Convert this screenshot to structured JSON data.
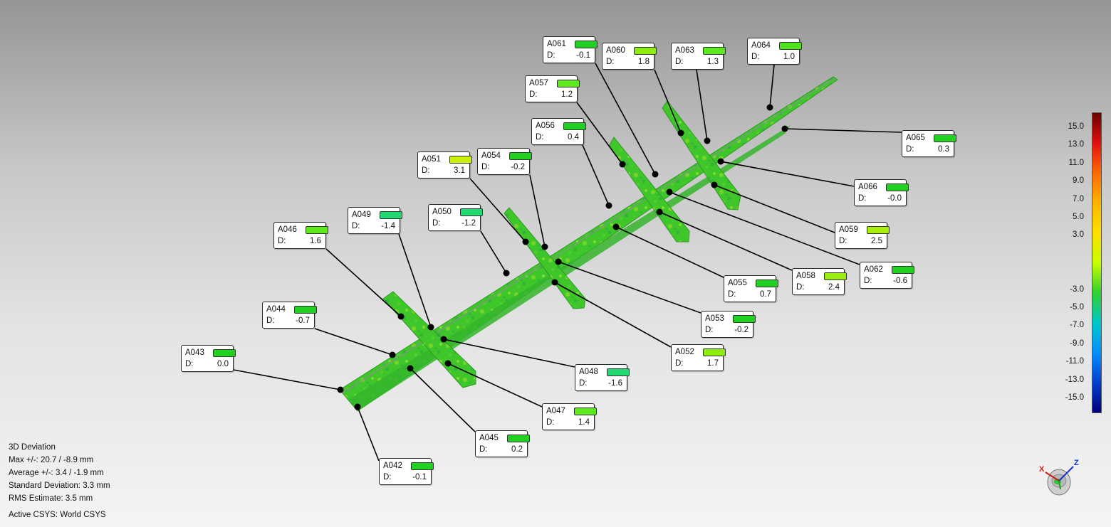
{
  "view": "3D Deviation color map",
  "stats": {
    "title": "3D Deviation",
    "max": "Max +/-: 20.7 / -8.9 mm",
    "average": "Average +/-: 3.4 / -1.9 mm",
    "std_dev": "Standard Deviation: 3.3 mm",
    "rms": "RMS Estimate: 3.5 mm"
  },
  "csys": "Active CSYS: World CSYS",
  "colorbar": {
    "ticks": [
      "15.0",
      "13.0",
      "11.0",
      "9.0",
      "7.0",
      "5.0",
      "3.0",
      "-3.0",
      "-5.0",
      "-7.0",
      "-9.0",
      "-11.0",
      "-13.0",
      "-15.0"
    ],
    "colors": [
      "#6b0000",
      "#e01010",
      "#ff6a00",
      "#ffb400",
      "#ffe000",
      "#c8ff00",
      "#30d030",
      "#00c8c8",
      "#0090ff",
      "#0040d0",
      "#00007a"
    ]
  },
  "triad": {
    "x_label": "X",
    "z_label": "Z"
  },
  "callouts": [
    {
      "id": "A042",
      "d_label": "D:",
      "d": "-0.1",
      "color": "#22d022"
    },
    {
      "id": "A043",
      "d_label": "D:",
      "d": "0.0",
      "color": "#22d022"
    },
    {
      "id": "A044",
      "d_label": "D:",
      "d": "-0.7",
      "color": "#22d022"
    },
    {
      "id": "A045",
      "d_label": "D:",
      "d": "0.2",
      "color": "#22d022"
    },
    {
      "id": "A046",
      "d_label": "D:",
      "d": "1.6",
      "color": "#5ee81e"
    },
    {
      "id": "A047",
      "d_label": "D:",
      "d": "1.4",
      "color": "#5ee81e"
    },
    {
      "id": "A048",
      "d_label": "D:",
      "d": "-1.6",
      "color": "#22d870"
    },
    {
      "id": "A049",
      "d_label": "D:",
      "d": "-1.4",
      "color": "#22d870"
    },
    {
      "id": "A050",
      "d_label": "D:",
      "d": "-1.2",
      "color": "#22d870"
    },
    {
      "id": "A051",
      "d_label": "D:",
      "d": "3.1",
      "color": "#c8f00a"
    },
    {
      "id": "A052",
      "d_label": "D:",
      "d": "1.7",
      "color": "#8eec10"
    },
    {
      "id": "A053",
      "d_label": "D:",
      "d": "-0.2",
      "color": "#22d022"
    },
    {
      "id": "A054",
      "d_label": "D:",
      "d": "-0.2",
      "color": "#22d022"
    },
    {
      "id": "A055",
      "d_label": "D:",
      "d": "0.7",
      "color": "#22d022"
    },
    {
      "id": "A056",
      "d_label": "D:",
      "d": "0.4",
      "color": "#22d022"
    },
    {
      "id": "A057",
      "d_label": "D:",
      "d": "1.2",
      "color": "#5ee81e"
    },
    {
      "id": "A058",
      "d_label": "D:",
      "d": "2.4",
      "color": "#9aee10"
    },
    {
      "id": "A059",
      "d_label": "D:",
      "d": "2.5",
      "color": "#a8ee10"
    },
    {
      "id": "A060",
      "d_label": "D:",
      "d": "1.8",
      "color": "#8eec10"
    },
    {
      "id": "A061",
      "d_label": "D:",
      "d": "-0.1",
      "color": "#22d022"
    },
    {
      "id": "A062",
      "d_label": "D:",
      "d": "-0.6",
      "color": "#22d022"
    },
    {
      "id": "A063",
      "d_label": "D:",
      "d": "1.3",
      "color": "#5ee81e"
    },
    {
      "id": "A064",
      "d_label": "D:",
      "d": "1.0",
      "color": "#4ee41e"
    },
    {
      "id": "A065",
      "d_label": "D:",
      "d": "0.3",
      "color": "#22d022"
    },
    {
      "id": "A066",
      "d_label": "D:",
      "d": "-0.0",
      "color": "#22d022"
    }
  ]
}
